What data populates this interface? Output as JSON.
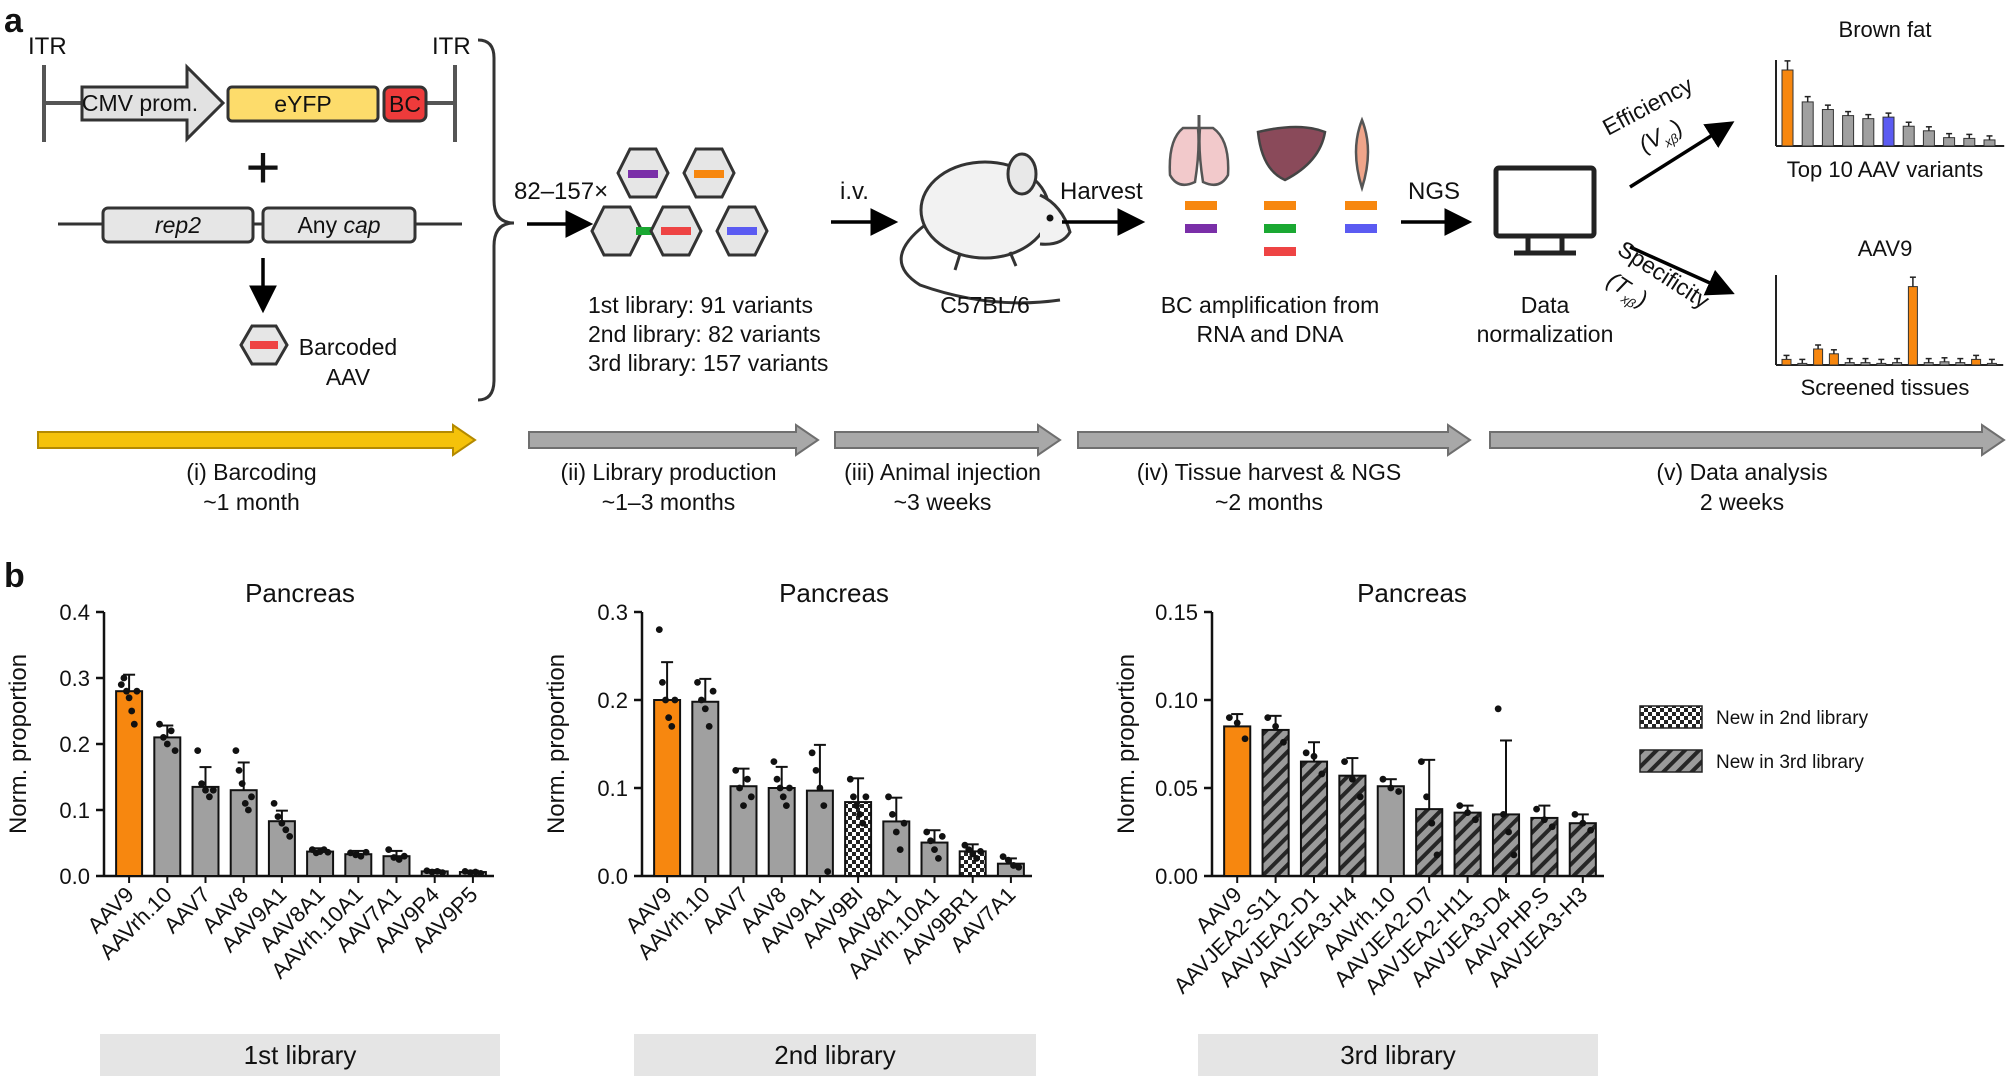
{
  "panel_a": {
    "letter": "a",
    "construct": {
      "itr_left": "ITR",
      "itr_right": "ITR",
      "promoter": "CMV prom.",
      "reporter": "eYFP",
      "barcode": "BC",
      "plus": "+",
      "rep": "rep2",
      "cap_prefix": "Any ",
      "cap_italic": "cap",
      "product_line1": "Barcoded",
      "product_line2": "AAV"
    },
    "library": {
      "multiplier": "82–157×",
      "line1": "1st library: 91 variants",
      "line2": "2nd library: 82 variants",
      "line3": "3rd library: 157 variants"
    },
    "injection": {
      "route": "i.v.",
      "mouse": "C57BL/6"
    },
    "harvest": {
      "label": "Harvest",
      "line1": "BC amplification from",
      "line2": "RNA and DNA"
    },
    "ngs": {
      "label": "NGS",
      "line1": "Data",
      "line2": "normalization"
    },
    "efficiency": {
      "label": "Efficiency",
      "symbol": "(V",
      "sub": "xβ",
      "close": ")"
    },
    "specificity": {
      "label": "Specificity",
      "symbol": "(T",
      "sub": "xβ",
      "close": ")"
    },
    "mini_efficiency": {
      "title": "Brown fat",
      "caption": "Top 10 AAV variants",
      "values": [
        1.0,
        0.58,
        0.48,
        0.4,
        0.36,
        0.38,
        0.26,
        0.2,
        0.11,
        0.1,
        0.08
      ],
      "colors": [
        "#f7870f",
        "#a0a0a0",
        "#a0a0a0",
        "#a0a0a0",
        "#a0a0a0",
        "#5b5bf2",
        "#a0a0a0",
        "#a0a0a0",
        "#a0a0a0",
        "#a0a0a0",
        "#a0a0a0"
      ]
    },
    "mini_specificity": {
      "title": "AAV9",
      "caption": "Screened tissues",
      "values": [
        0.07,
        0.02,
        0.2,
        0.14,
        0.03,
        0.03,
        0.02,
        0.03,
        0.98,
        0.03,
        0.04,
        0.03,
        0.07,
        0.02
      ],
      "colors": [
        "#f7870f",
        "#a0a0a0",
        "#f7870f",
        "#f7870f",
        "#a0a0a0",
        "#a0a0a0",
        "#a0a0a0",
        "#a0a0a0",
        "#f7870f",
        "#a0a0a0",
        "#a0a0a0",
        "#a0a0a0",
        "#f7870f",
        "#a0a0a0"
      ]
    },
    "timeline": [
      {
        "line1": "(i) Barcoding",
        "line2": "~1 month",
        "color": "#f5c20a"
      },
      {
        "line1": "(ii) Library production",
        "line2": "~1–3 months",
        "color": "#a8a8a8"
      },
      {
        "line1": "(iii) Animal injection",
        "line2": "~3 weeks",
        "color": "#a8a8a8"
      },
      {
        "line1": "(iv) Tissue harvest & NGS",
        "line2": "~2 months",
        "color": "#a8a8a8"
      },
      {
        "line1": "(v) Data analysis",
        "line2": "2 weeks",
        "color": "#a8a8a8"
      }
    ],
    "colors": {
      "promoter": "#e2e2e2",
      "reporter": "#fddc6b",
      "barcode": "#ee3b3b",
      "purple": "#7a2fa8",
      "orange": "#f7870f",
      "green": "#1aa832",
      "red": "#ee4444",
      "blue": "#5b5bf2"
    }
  },
  "panel_b": {
    "letter": "b"
  },
  "legend": {
    "checker": "New in 2nd library",
    "hatch": "New in 3rd library"
  },
  "chart_data": [
    {
      "type": "bar",
      "title": "Pancreas",
      "ylabel": "Norm. proportion",
      "ylim": [
        0,
        0.4
      ],
      "yticks": [
        "0.0",
        "0.1",
        "0.2",
        "0.3",
        "0.4"
      ],
      "categories": [
        "AAV9",
        "AAVrh.10",
        "AAV7",
        "AAV8",
        "AAV9A1",
        "AAV8A1",
        "AAVrh.10A1",
        "AAV7A1",
        "AAV9P4",
        "AAV9P5"
      ],
      "values": [
        0.28,
        0.21,
        0.135,
        0.13,
        0.083,
        0.037,
        0.033,
        0.03,
        0.007,
        0.006
      ],
      "errors": [
        0.025,
        0.018,
        0.03,
        0.042,
        0.016,
        0.005,
        0.005,
        0.008,
        0.002,
        0.002
      ],
      "patterns": [
        "orange",
        "gray",
        "gray",
        "gray",
        "gray",
        "gray",
        "gray",
        "gray",
        "gray",
        "gray"
      ],
      "points": [
        [
          0.29,
          0.3,
          0.28,
          0.27,
          0.25,
          0.23,
          0.28
        ],
        [
          0.23,
          0.21,
          0.2,
          0.22,
          0.19
        ],
        [
          0.19,
          0.14,
          0.13,
          0.12,
          0.13
        ],
        [
          0.19,
          0.16,
          0.14,
          0.11,
          0.1,
          0.12
        ],
        [
          0.11,
          0.09,
          0.08,
          0.07,
          0.06
        ],
        [
          0.04,
          0.035,
          0.037,
          0.04,
          0.036
        ],
        [
          0.035,
          0.032,
          0.03,
          0.036
        ],
        [
          0.04,
          0.028,
          0.025,
          0.03
        ],
        [
          0.008,
          0.006,
          0.007,
          0.005
        ],
        [
          0.007,
          0.005,
          0.006,
          0.004
        ]
      ],
      "footer": "1st library"
    },
    {
      "type": "bar",
      "title": "Pancreas",
      "ylabel": "Norm. proportion",
      "ylim": [
        0,
        0.3
      ],
      "yticks": [
        "0.0",
        "0.1",
        "0.2",
        "0.3"
      ],
      "categories": [
        "AAV9",
        "AAVrh.10",
        "AAV7",
        "AAV8",
        "AAV9A1",
        "AAV9BI",
        "AAV8A1",
        "AAVrh.10A1",
        "AAV9BR1",
        "AAV7A1"
      ],
      "values": [
        0.2,
        0.198,
        0.102,
        0.1,
        0.097,
        0.084,
        0.062,
        0.038,
        0.028,
        0.014
      ],
      "errors": [
        0.043,
        0.026,
        0.02,
        0.024,
        0.052,
        0.027,
        0.027,
        0.014,
        0.008,
        0.006
      ],
      "patterns": [
        "orange",
        "gray",
        "gray",
        "gray",
        "gray",
        "checker",
        "gray",
        "gray",
        "checker",
        "gray"
      ],
      "points": [
        [
          0.28,
          0.22,
          0.2,
          0.18,
          0.17,
          0.2
        ],
        [
          0.22,
          0.2,
          0.19,
          0.17,
          0.21
        ],
        [
          0.12,
          0.1,
          0.08,
          0.11,
          0.09
        ],
        [
          0.13,
          0.11,
          0.1,
          0.09,
          0.08,
          0.1
        ],
        [
          0.14,
          0.12,
          0.1,
          0.08,
          0.005
        ],
        [
          0.11,
          0.09,
          0.08,
          0.07,
          0.06,
          0.09
        ],
        [
          0.09,
          0.07,
          0.05,
          0.03,
          0.06
        ],
        [
          0.05,
          0.04,
          0.03,
          0.02,
          0.045
        ],
        [
          0.035,
          0.03,
          0.025,
          0.02,
          0.028
        ],
        [
          0.022,
          0.018,
          0.012,
          0.01
        ]
      ],
      "footer": "2nd library"
    },
    {
      "type": "bar",
      "title": "Pancreas",
      "ylabel": "Norm. proportion",
      "ylim": [
        0,
        0.15
      ],
      "yticks": [
        "0.00",
        "0.05",
        "0.10",
        "0.15"
      ],
      "categories": [
        "AAV9",
        "AAVJEA2-S11",
        "AAVJEA2-D1",
        "AAVJEA3-H4",
        "AAVrh.10",
        "AAVJEA2-D7",
        "AAVJEA2-H11",
        "AAVJEA3-D4",
        "AAV-PHP.S",
        "AAVJEA3-H3"
      ],
      "values": [
        0.085,
        0.083,
        0.065,
        0.057,
        0.051,
        0.038,
        0.036,
        0.035,
        0.033,
        0.03
      ],
      "errors": [
        0.007,
        0.008,
        0.011,
        0.01,
        0.004,
        0.028,
        0.004,
        0.042,
        0.007,
        0.005
      ],
      "patterns": [
        "orange",
        "hatch",
        "hatch",
        "hatch",
        "gray",
        "hatch",
        "hatch",
        "hatch",
        "hatch",
        "hatch"
      ],
      "points": [
        [
          0.09,
          0.087,
          0.078
        ],
        [
          0.09,
          0.085,
          0.076
        ],
        [
          0.07,
          0.068,
          0.058
        ],
        [
          0.065,
          0.055,
          0.045
        ],
        [
          0.055,
          0.05,
          0.048
        ],
        [
          0.065,
          0.045,
          0.03,
          0.012
        ],
        [
          0.04,
          0.036,
          0.032
        ],
        [
          0.095,
          0.035,
          0.025,
          0.012
        ],
        [
          0.038,
          0.032,
          0.028
        ],
        [
          0.035,
          0.03,
          0.026
        ]
      ],
      "footer": "3rd library"
    }
  ]
}
